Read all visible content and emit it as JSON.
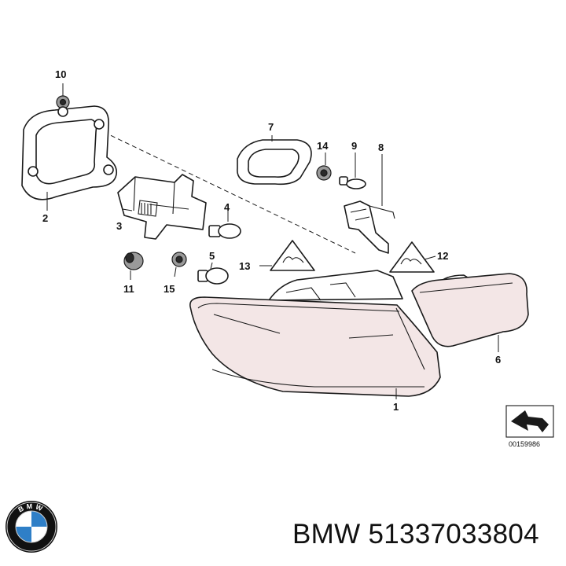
{
  "callouts": {
    "c1": "1",
    "c2": "2",
    "c3": "3",
    "c4": "4",
    "c5": "5",
    "c6": "6",
    "c7": "7",
    "c8": "8",
    "c9": "9",
    "c10": "10",
    "c11": "11",
    "c12": "12",
    "c13": "13",
    "c14": "14",
    "c15": "15"
  },
  "reference_code": "00159986",
  "brand": {
    "caption": "BMW 51337033804",
    "logo_text": "BMW"
  },
  "colors": {
    "line": "#1a1a1a",
    "glass_tint": "#f3e6e6",
    "logo_blue": "#2f7fc7"
  },
  "icons": [
    "warning-triangle-icon",
    "turn-arrow-icon",
    "bmw-roundel-icon"
  ]
}
